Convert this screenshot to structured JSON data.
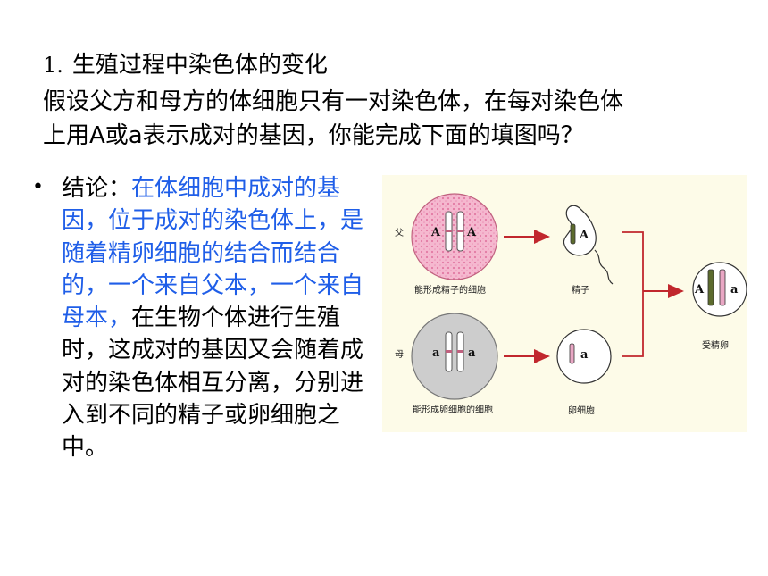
{
  "heading": {
    "number": "1.",
    "title": "生殖过程中染色体的变化",
    "line2": "假设父方和母方的体细胞只有一对染色体，在每对染色体",
    "line3": "上用A或a表示成对的基因，你能完成下面的填图吗？"
  },
  "conclusion": {
    "bullet": "•",
    "prefix": "结论：",
    "highlight": "在体细胞中成对的基因，位于成对的染色体上，是随着精卵细胞的结合而结合的，一个来自父本，一个来自母本，",
    "rest": "在生物个体进行生殖时，这成对的基因又会随着成对的染色体相互分离，分别进入到不同的精子或卵细胞之中。"
  },
  "figure": {
    "father_label": "父",
    "mother_label": "母",
    "father_cell_label": "能形成精子的细胞",
    "mother_cell_label": "能形成卵细胞的细胞",
    "sperm_label": "精子",
    "egg_label": "卵细胞",
    "zygote_label": "受精卵",
    "gene_A": "A",
    "gene_a": "a",
    "colors": {
      "father_cell": "#f2a9c4",
      "mother_cell": "#c9c9c9",
      "arrow": "#c1272d",
      "highlight_text": "#1f5ee8"
    }
  }
}
